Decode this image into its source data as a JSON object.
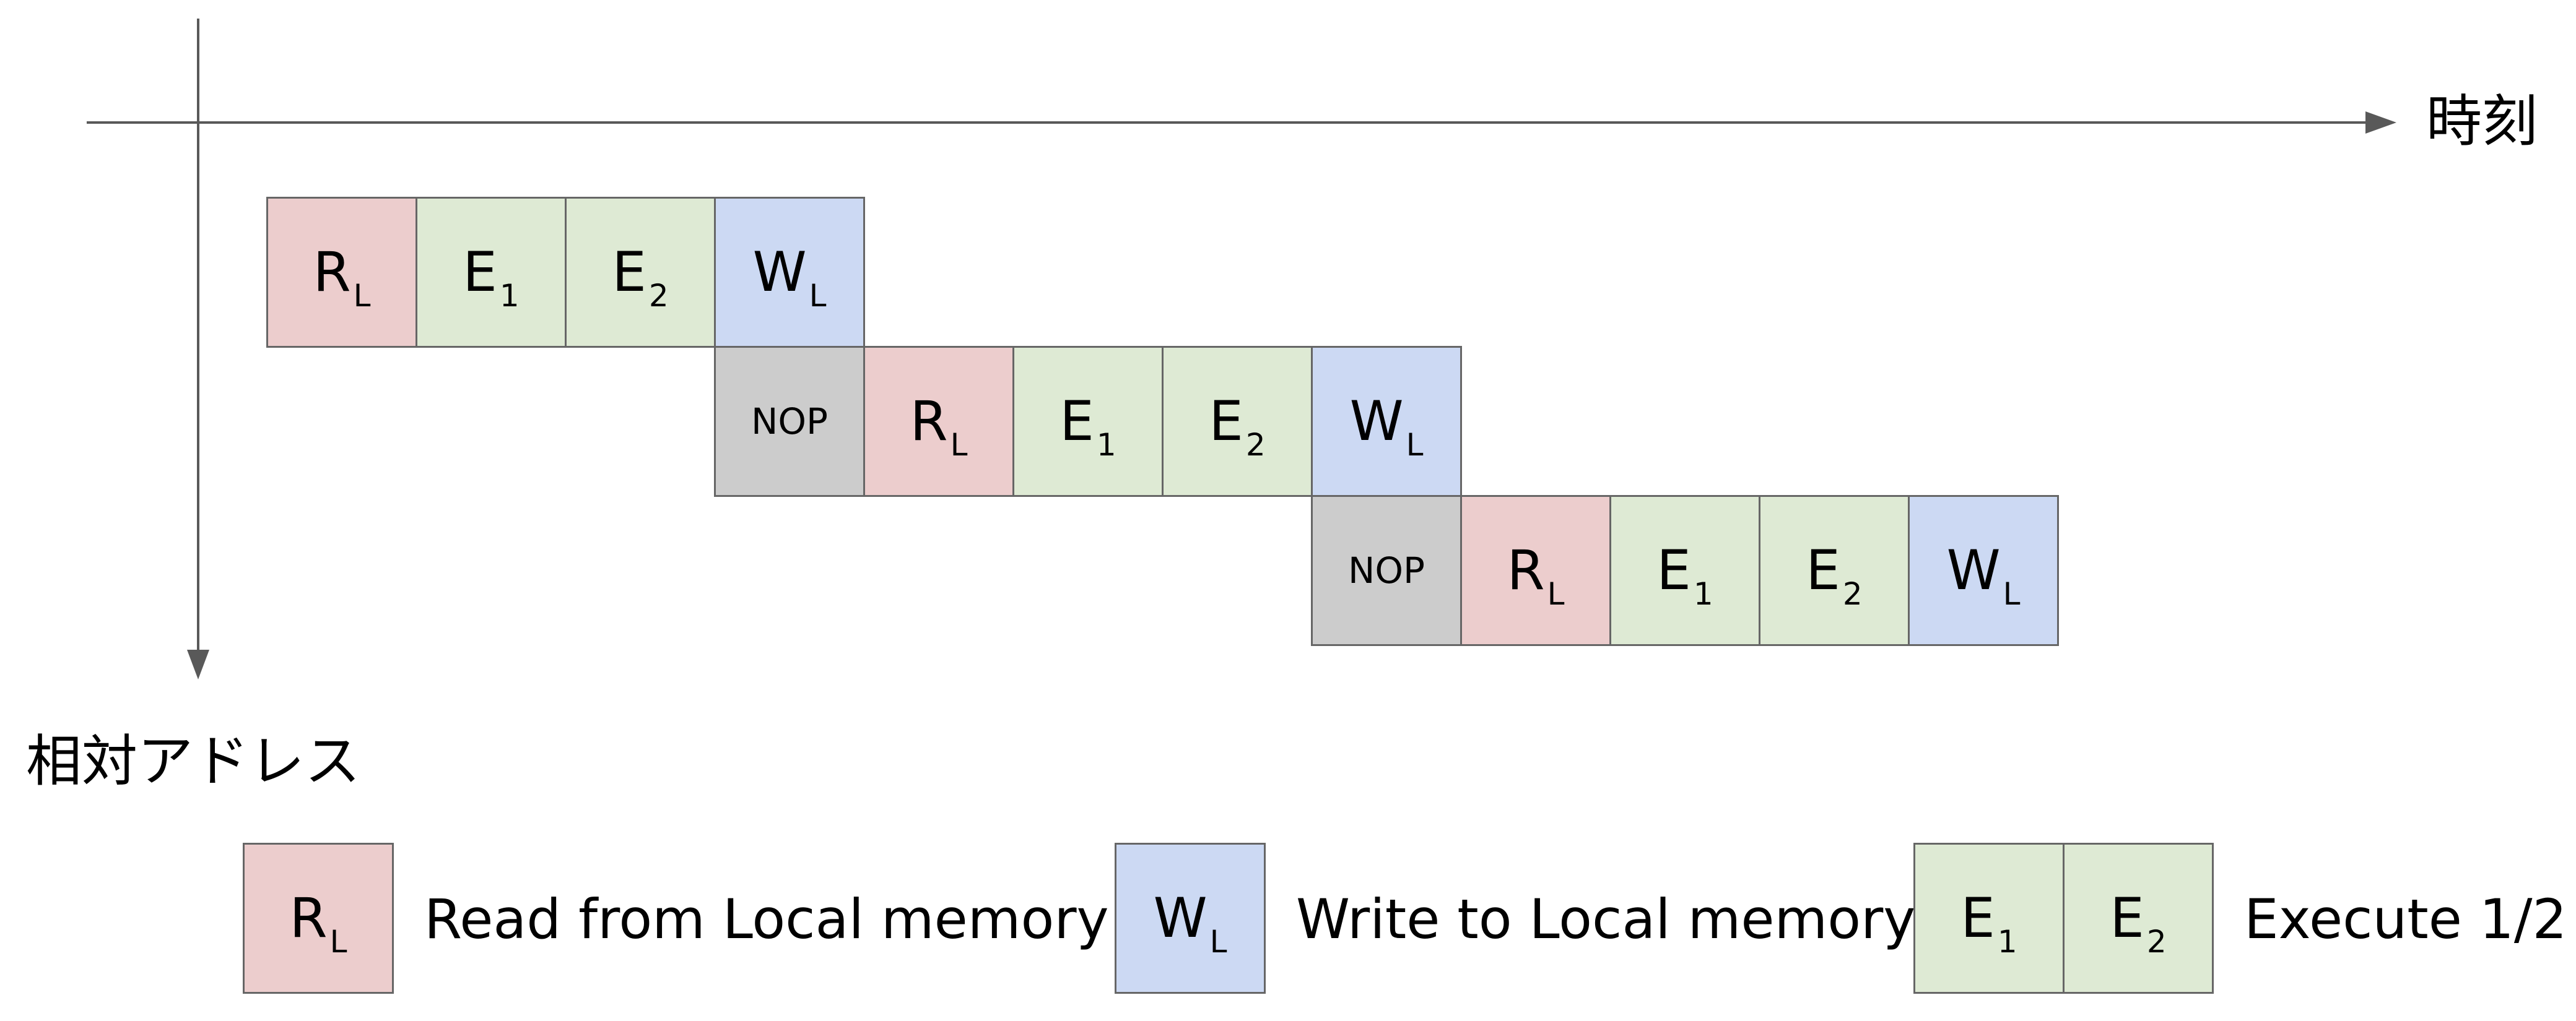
{
  "axes": {
    "x_label": "時刻",
    "y_label": "相対アドレス",
    "line_color": "#595959"
  },
  "colors": {
    "read": "#eccdcd",
    "execute": "#deead4",
    "write": "#ccd9f3",
    "nop": "#cccccc",
    "border": "#666666"
  },
  "pipeline_rows": [
    {
      "stages": [
        {
          "kind": "read",
          "main": "R",
          "sub": "L"
        },
        {
          "kind": "execute",
          "main": "E",
          "sub": "1"
        },
        {
          "kind": "execute",
          "main": "E",
          "sub": "2"
        },
        {
          "kind": "write",
          "main": "W",
          "sub": "L"
        }
      ]
    },
    {
      "stages": [
        {
          "kind": "nop",
          "main": "NOP",
          "sub": ""
        },
        {
          "kind": "read",
          "main": "R",
          "sub": "L"
        },
        {
          "kind": "execute",
          "main": "E",
          "sub": "1"
        },
        {
          "kind": "execute",
          "main": "E",
          "sub": "2"
        },
        {
          "kind": "write",
          "main": "W",
          "sub": "L"
        }
      ]
    },
    {
      "stages": [
        {
          "kind": "nop",
          "main": "NOP",
          "sub": ""
        },
        {
          "kind": "read",
          "main": "R",
          "sub": "L"
        },
        {
          "kind": "execute",
          "main": "E",
          "sub": "1"
        },
        {
          "kind": "execute",
          "main": "E",
          "sub": "2"
        },
        {
          "kind": "write",
          "main": "W",
          "sub": "L"
        }
      ]
    }
  ],
  "legend": [
    {
      "boxes": [
        {
          "kind": "read",
          "main": "R",
          "sub": "L"
        }
      ],
      "text": "Read from Local memory"
    },
    {
      "boxes": [
        {
          "kind": "write",
          "main": "W",
          "sub": "L"
        }
      ],
      "text": "Write to Local memory"
    },
    {
      "boxes": [
        {
          "kind": "execute",
          "main": "E",
          "sub": "1"
        },
        {
          "kind": "execute",
          "main": "E",
          "sub": "2"
        }
      ],
      "text": "Execute 1/2"
    }
  ]
}
